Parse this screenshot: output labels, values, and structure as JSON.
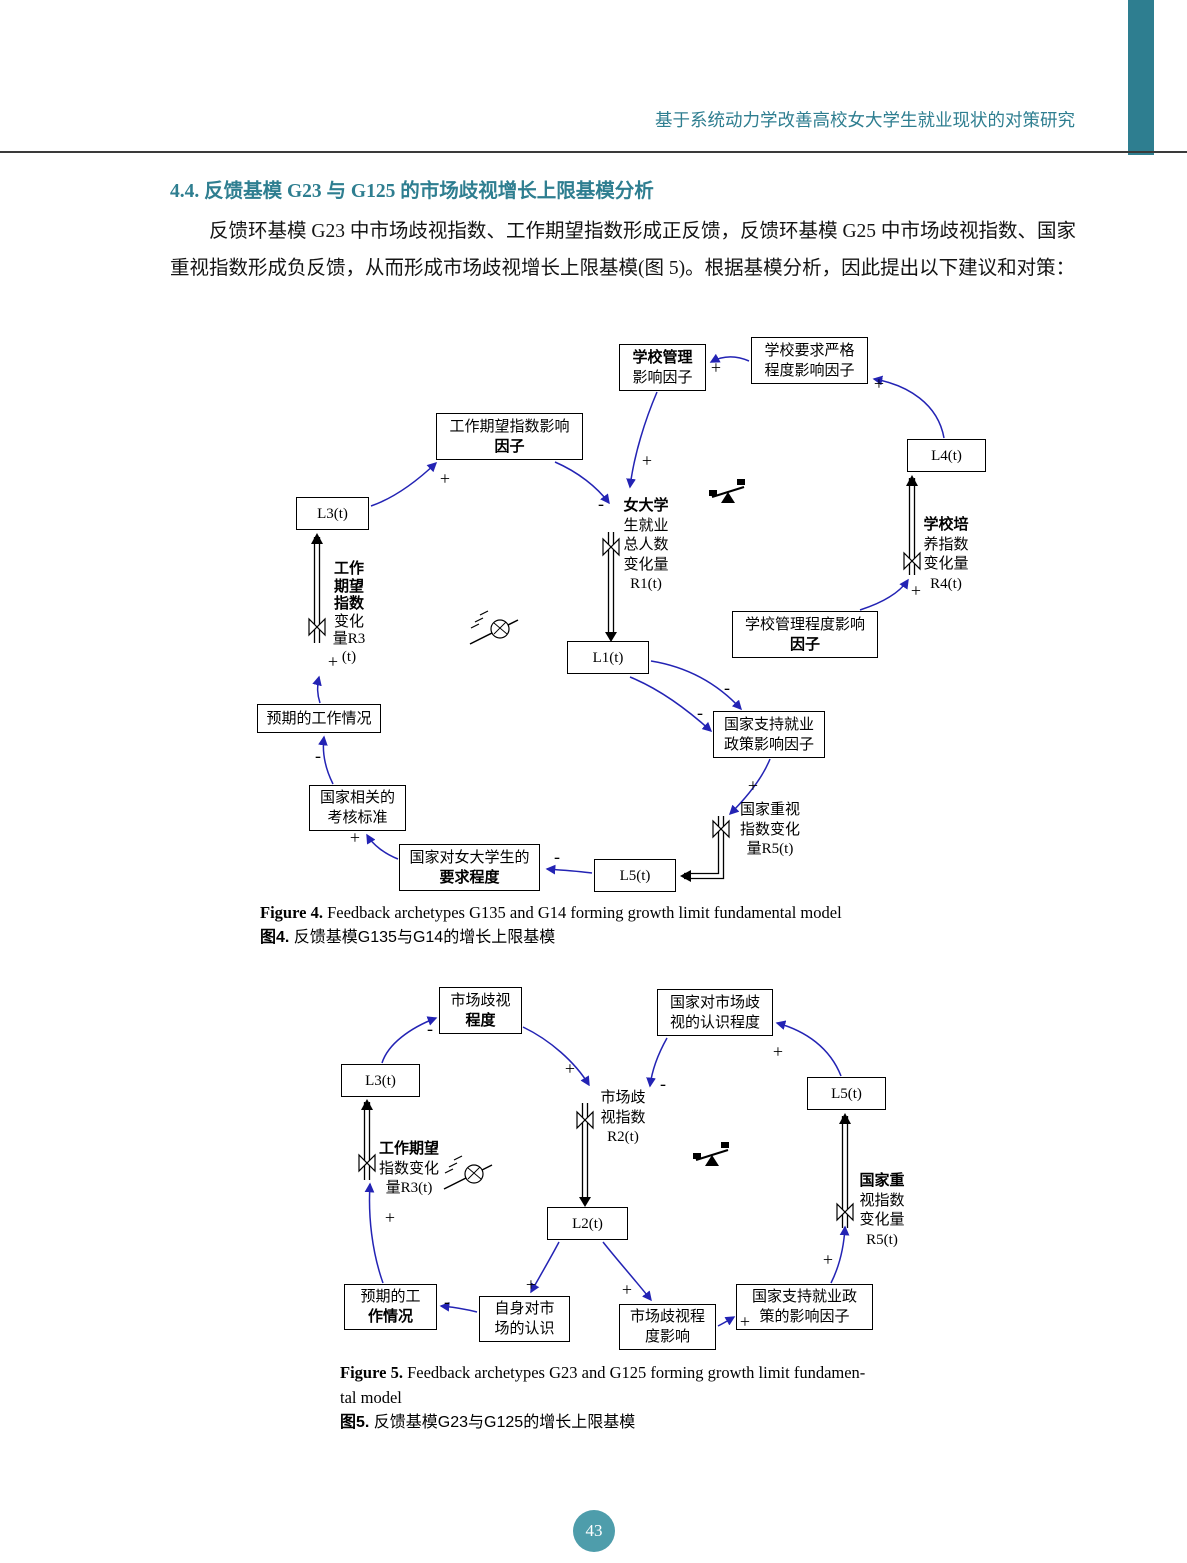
{
  "header": {
    "title": "基于系统动力学改善高校女大学生就业现状的对策研究"
  },
  "section": {
    "heading": "4.4.  反馈基模 G23 与 G125 的市场歧视增长上限基模分析",
    "paragraph": "反馈环基模 G23 中市场歧视指数、工作期望指数形成正反馈，反馈环基模 G25 中市场歧视指数、国家重视指数形成负反馈，从而形成市场歧视增长上限基模(图 5)。根据基模分析，因此提出以下建议和对策："
  },
  "figure4": {
    "nodes": {
      "school_mgmt": {
        "l1": "学校管理",
        "l2": "影响因子"
      },
      "school_strict": {
        "l1": "学校要求严格",
        "l2": "程度影响因子"
      },
      "work_expect": {
        "l1": "工作期望指数影响",
        "l2": "因子"
      },
      "L4": "L4(t)",
      "L3": "L3(t)",
      "L1": "L1(t)",
      "L5": "L5(t)",
      "mgmt_degree": {
        "l1": "学校管理程度影响",
        "l2": "因子"
      },
      "expected_work": {
        "l1": "预期的工作情况"
      },
      "support_policy": {
        "l1": "国家支持就业",
        "l2": "政策影响因子"
      },
      "assess_std": {
        "l1": "国家相关的",
        "l2": "考核标准"
      },
      "require_degree": {
        "l1": "国家对女大学生的",
        "l2": "要求程度"
      },
      "r1": {
        "l1": "女大学",
        "l2": "生就业",
        "l3": "总人数",
        "l4": "变化量",
        "l5": "R1(t)"
      },
      "r4": {
        "l1": "学校培",
        "l2": "养指数",
        "l3": "变化量",
        "l4": "R4(t)"
      },
      "r3": {
        "l1": "工作",
        "l2": "期望",
        "l3": "指数",
        "l4": "变化",
        "l5": "量R3",
        "l6": "(t)"
      },
      "r5": {
        "l1": "国家重视",
        "l2": "指数变化",
        "l3": "量R5(t)"
      }
    },
    "signs": [
      "+",
      "+",
      "+",
      "-",
      "+",
      "+",
      "+",
      "-",
      "-",
      "+",
      "-",
      "+",
      "-"
    ],
    "caption": {
      "en_label": "Figure 4.",
      "en_text": " Feedback archetypes G135 and G14 forming growth limit fundamental model",
      "zh_label": "图4.",
      "zh_text": " 反馈基模G135与G14的增长上限基模"
    }
  },
  "figure5": {
    "nodes": {
      "market_discrim": {
        "l1": "市场歧视",
        "l2": "程度"
      },
      "national_aware": {
        "l1": "国家对市场歧",
        "l2": "视的认识程度"
      },
      "L3": "L3(t)",
      "L5": "L5(t)",
      "L2": "L2(t)",
      "expected_work": {
        "l1": "预期的工",
        "l2": "作情况"
      },
      "self_aware": {
        "l1": "自身对市",
        "l2": "场的认识"
      },
      "market_influence": {
        "l1": "市场歧视程",
        "l2": "度影响"
      },
      "national_policy": {
        "l1": "国家支持就业政",
        "l2": "策的影响因子"
      },
      "r2": {
        "l1": "市场歧",
        "l2": "视指数",
        "l3": "R2(t)"
      },
      "r3": {
        "l1": "工作期望",
        "l2": "指数变化",
        "l3": "量R3(t)"
      },
      "r5": {
        "l1": "国家重",
        "l2": "视指数",
        "l3": "变化量",
        "l4": "R5(t)"
      }
    },
    "signs": [
      "-",
      "+",
      "-",
      "+",
      "+",
      "+",
      "+",
      "-",
      "+",
      "+"
    ],
    "caption": {
      "en_label": "Figure 5.",
      "en_text": " Feedback archetypes G23 and G125 forming growth limit fundamen-",
      "en_text2": "tal model",
      "zh_label": "图5.",
      "zh_text": " 反馈基模G23与G125的增长上限基模"
    }
  },
  "footer": {
    "page_number": "43"
  }
}
